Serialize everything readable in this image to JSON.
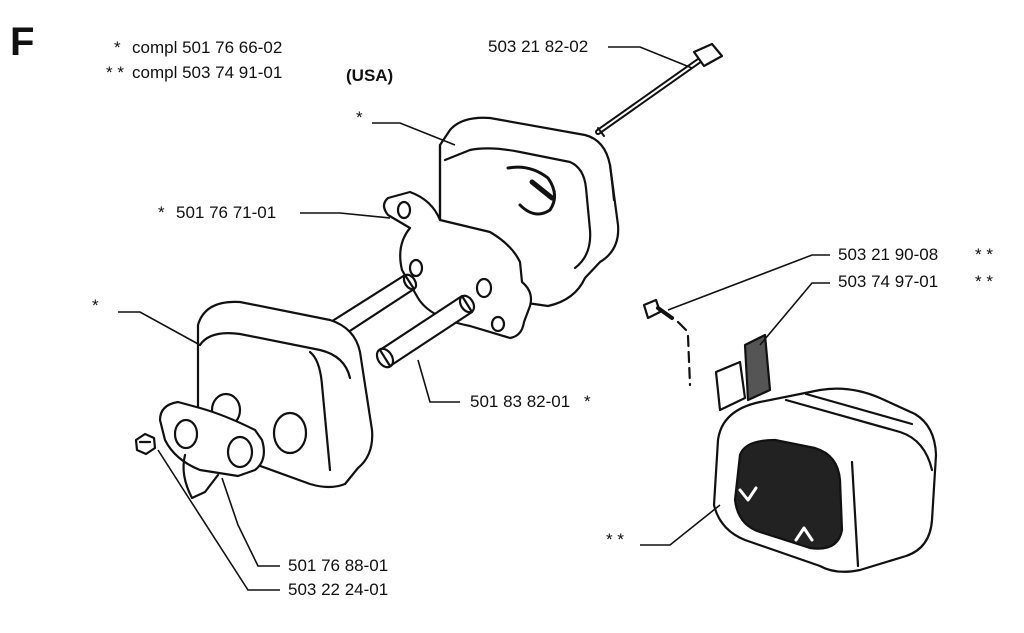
{
  "section_letter": "F",
  "legend": [
    {
      "marker": "*",
      "text": "compl 501 76 66-02"
    },
    {
      "marker": "* *",
      "text": "compl 503 74 91-01"
    }
  ],
  "legend_note": "(USA)",
  "callouts": {
    "bolt": "503 21 82-02",
    "upper_housing_marker": "*",
    "gasket_marker": "*",
    "gasket": "501 76 71-01",
    "lower_housing_marker": "*",
    "spacer_tube": "501 83 82-01",
    "spacer_tube_marker": "*",
    "usa_screw": "503 21 90-08",
    "usa_screw_marker": "* *",
    "usa_bracket": "503 74 97-01",
    "usa_bracket_marker": "* *",
    "usa_muffler_marker": "* *",
    "plate": "501 76 88-01",
    "nut": "503 22 24-01"
  },
  "colors": {
    "ink": "#111111",
    "paper": "#ffffff",
    "shade": "#555555"
  }
}
